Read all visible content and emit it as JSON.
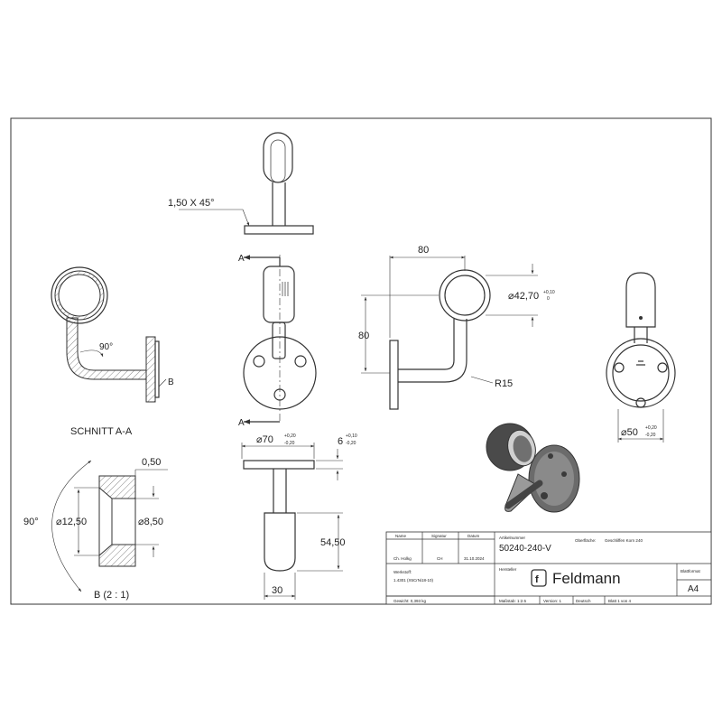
{
  "drawing": {
    "chamfer_note": "1,50 X 45°",
    "section_marker_top": "A",
    "section_marker_bottom": "A",
    "section_title": "SCHNITT A-A",
    "section_angle": "90°",
    "section_detail_marker": "B",
    "dim_width": "80",
    "dim_height": "80",
    "dim_tube_dia": "⌀42,70",
    "dim_tube_tol_upper": "+0,10",
    "dim_tube_tol_lower": "0",
    "dim_radius": "R15",
    "dim_flange_dia": "⌀70",
    "dim_flange_tol_upper": "+0,20",
    "dim_flange_tol_lower": "-0,20",
    "dim_flange_thick": "6",
    "dim_thick_tol_upper": "+0,10",
    "dim_thick_tol_lower": "-0,20",
    "dim_saddle_height": "54,50",
    "dim_saddle_width": "30",
    "dim_bolt_circle": "⌀50",
    "dim_bolt_tol_upper": "+0,20",
    "dim_bolt_tol_lower": "-0,20",
    "detail_angle": "90°",
    "detail_countersink": "0,50",
    "detail_dia_outer": "⌀12,50",
    "detail_dia_inner": "⌀8,50",
    "detail_title": "B (2 : 1)"
  },
  "title_block": {
    "col_name": "Name",
    "col_signature": "Signatur",
    "col_date": "Datum",
    "name": "Ch. Holkg",
    "signature": "CH",
    "date": "31.10.2024",
    "article_label": "Artikelnummer",
    "article_number": "50240-240-V",
    "surface_label": "Oberfläche:",
    "surface_value": "Geschliffen Korn 240",
    "manufacturer_label": "Hersteller",
    "company": "Feldmann",
    "logo_letter": "f",
    "sheet_format_label": "Blattformat",
    "sheet_format": "A4",
    "material_label": "Werkstoff:",
    "material_value": "1.4301 (X5CrNi18-10)",
    "weight": "Gewicht: 0,393 kg",
    "scale": "Maßstab: 1:2.5",
    "version": "Version: 1",
    "language": "Deutsch",
    "sheet": "Blatt 1 von 4"
  }
}
